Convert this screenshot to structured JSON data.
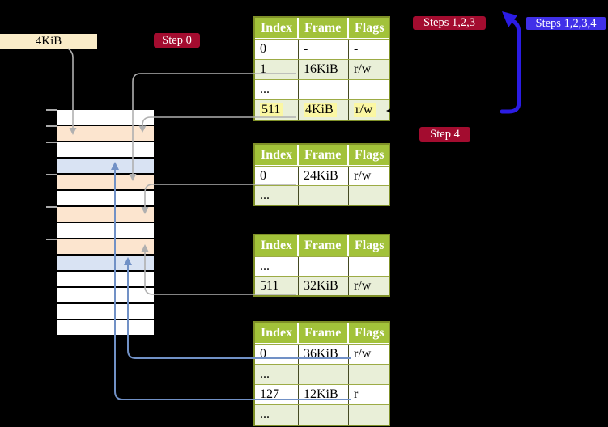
{
  "colors": {
    "page_bg": "#000000",
    "step_badge_bg": "#a30c2f",
    "steps1234_badge_bg": "#4030e8",
    "badge_text": "#ffffff",
    "label_box_bg": "#faecc8",
    "table_header_bg": "#a2c23a",
    "table_border": "#7f9028",
    "row_border": "#9cab45",
    "col_border": "#454a22",
    "row_white": "#ffffff",
    "row_green": "#e9efd8",
    "highlight_yellow": "#fbf7a3",
    "mem_free": "#ffffff",
    "mem_table": "#fce5cf",
    "mem_mapped": "#d9e3f3",
    "tick_color": "#aaaaaa",
    "gray_line": "#b0b0b0",
    "blue_line": "#7191c6",
    "loop_arrow": "#2b1ce4"
  },
  "labels": {
    "frame": "4KiB",
    "step0": "Step 0",
    "steps123": "Steps 1,2,3",
    "steps1234": "Steps 1,2,3,4",
    "step4": "Step 4"
  },
  "tables": [
    {
      "name": "level-4-table",
      "headers": [
        "Index",
        "Frame",
        "Flags"
      ],
      "rows": [
        {
          "cells": [
            "0",
            "-",
            "-"
          ],
          "shade": "white"
        },
        {
          "cells": [
            "1",
            "16KiB",
            "r/w"
          ],
          "shade": "green"
        },
        {
          "cells": [
            "...",
            "",
            ""
          ],
          "shade": "white"
        },
        {
          "cells": [
            "511",
            "4KiB",
            "r/w"
          ],
          "shade": "green",
          "highlight": true
        }
      ]
    },
    {
      "name": "level-3-table",
      "headers": [
        "Index",
        "Frame",
        "Flags"
      ],
      "rows": [
        {
          "cells": [
            "0",
            "24KiB",
            "r/w"
          ],
          "shade": "white"
        },
        {
          "cells": [
            "...",
            "",
            ""
          ],
          "shade": "green"
        }
      ]
    },
    {
      "name": "level-2-table",
      "headers": [
        "Index",
        "Frame",
        "Flags"
      ],
      "rows": [
        {
          "cells": [
            "...",
            "",
            ""
          ],
          "shade": "white"
        },
        {
          "cells": [
            "511",
            "32KiB",
            "r/w"
          ],
          "shade": "green"
        }
      ]
    },
    {
      "name": "level-1-table",
      "headers": [
        "Index",
        "Frame",
        "Flags"
      ],
      "rows": [
        {
          "cells": [
            "0",
            "36KiB",
            "r/w"
          ],
          "shade": "white"
        },
        {
          "cells": [
            "...",
            "",
            ""
          ],
          "shade": "green"
        },
        {
          "cells": [
            "127",
            "12KiB",
            "r"
          ],
          "shade": "white"
        },
        {
          "cells": [
            "...",
            "",
            ""
          ],
          "shade": "green"
        }
      ]
    }
  ],
  "memory_strip": {
    "row_types": [
      "free",
      "table",
      "free",
      "mapped",
      "table",
      "free",
      "table",
      "free",
      "table",
      "mapped",
      "free",
      "free",
      "free",
      "free"
    ],
    "tick_offsets": [
      0,
      20,
      40,
      80,
      120,
      160
    ]
  }
}
